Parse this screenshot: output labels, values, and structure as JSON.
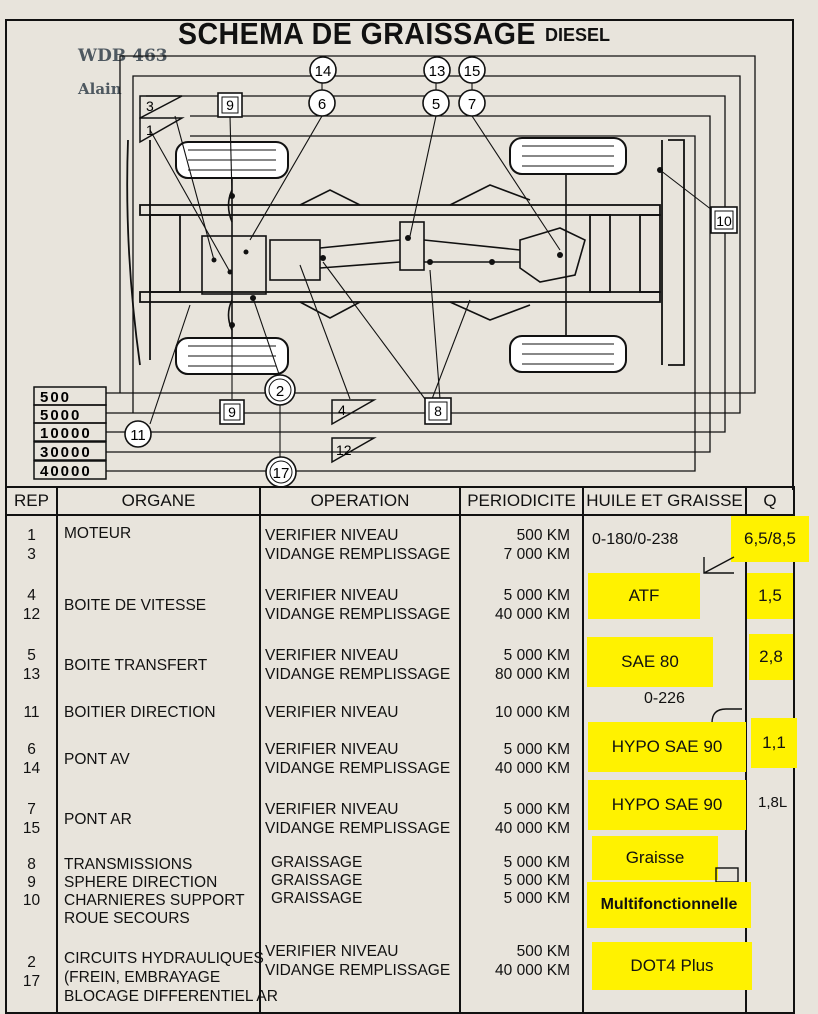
{
  "header": {
    "title": "SCHEMA DE GRAISSAGE",
    "subtitle": "DIESEL",
    "handwritten_ref": "WDB 463",
    "handwritten_name": "Alain"
  },
  "diagram": {
    "intervals": [
      "500",
      "5000",
      "10000",
      "30000",
      "40000"
    ],
    "callouts": [
      "14",
      "13",
      "15",
      "6",
      "5",
      "7",
      "9",
      "3",
      "1",
      "10",
      "2",
      "9",
      "4",
      "12",
      "8",
      "11",
      "17"
    ]
  },
  "table": {
    "headers": [
      "REP",
      "ORGANE",
      "OPERATION",
      "PERIODICITE",
      "HUILE ET GRAISSE",
      "Q"
    ],
    "rows": [
      {
        "rep": [
          "1",
          "3"
        ],
        "organe": [
          "MOTEUR",
          ""
        ],
        "operation": [
          "VERIFIER NIVEAU",
          "VIDANGE REMPLISSAGE"
        ],
        "periodicite": [
          "500 KM",
          "7 000 KM"
        ]
      },
      {
        "rep": [
          "4",
          "12"
        ],
        "organe": [
          "BOITE DE VITESSE"
        ],
        "operation": [
          "VERIFIER NIVEAU",
          "VIDANGE REMPLISSAGE"
        ],
        "periodicite": [
          "5 000 KM",
          "40 000 KM"
        ]
      },
      {
        "rep": [
          "5",
          "13"
        ],
        "organe": [
          "BOITE TRANSFERT"
        ],
        "operation": [
          "VERIFIER NIVEAU",
          "VIDANGE REMPLISSAGE"
        ],
        "periodicite": [
          "5 000 KM",
          "80 000 KM"
        ]
      },
      {
        "rep": [
          "11"
        ],
        "organe": [
          "BOITIER DIRECTION"
        ],
        "operation": [
          "VERIFIER NIVEAU"
        ],
        "periodicite": [
          "10 000 KM"
        ]
      },
      {
        "rep": [
          "6",
          "14"
        ],
        "organe": [
          "PONT AV"
        ],
        "operation": [
          "VERIFIER NIVEAU",
          "VIDANGE REMPLISSAGE"
        ],
        "periodicite": [
          "5 000 KM",
          "40 000 KM"
        ]
      },
      {
        "rep": [
          "7",
          "15"
        ],
        "organe": [
          "PONT AR"
        ],
        "operation": [
          "VERIFIER NIVEAU",
          "VIDANGE REMPLISSAGE"
        ],
        "periodicite": [
          "5 000 KM",
          "40 000 KM"
        ]
      },
      {
        "rep": [
          "8",
          "9",
          "10"
        ],
        "organe": [
          "TRANSMISSIONS",
          "SPHERE DIRECTION",
          "CHARNIERES SUPPORT",
          "ROUE SECOURS"
        ],
        "operation": [
          "GRAISSAGE",
          "GRAISSAGE",
          "GRAISSAGE"
        ],
        "periodicite": [
          "5 000 KM",
          "5 000 KM",
          "5 000 KM"
        ]
      },
      {
        "rep": [
          "2",
          "17"
        ],
        "organe": [
          "CIRCUITS HYDRAULIQUES",
          "(FREIN, EMBRAYAGE",
          "BLOCAGE DIFFERENTIEL AR"
        ],
        "operation": [
          "VERIFIER NIVEAU",
          "VIDANGE REMPLISSAGE"
        ],
        "periodicite": [
          "500 KM",
          "40 000 KM"
        ]
      }
    ],
    "lubricants": {
      "moteur": "0-180/0-238",
      "moteur_q": "6,5/8,5",
      "bv": "ATF",
      "bv_q": "1,5",
      "bt": "SAE 80",
      "bt_q": "2,8",
      "dir": "0-226",
      "pav": "HYPO SAE 90",
      "pav_q": "1,1",
      "par": "HYPO SAE 90",
      "par_q": "1,8L",
      "graisse": "Graisse",
      "multi": "Multifonctionnelle",
      "dot": "DOT4 Plus"
    }
  },
  "colors": {
    "paper": "#e8e4dc",
    "highlight": "#fff200",
    "ink": "#111111"
  }
}
